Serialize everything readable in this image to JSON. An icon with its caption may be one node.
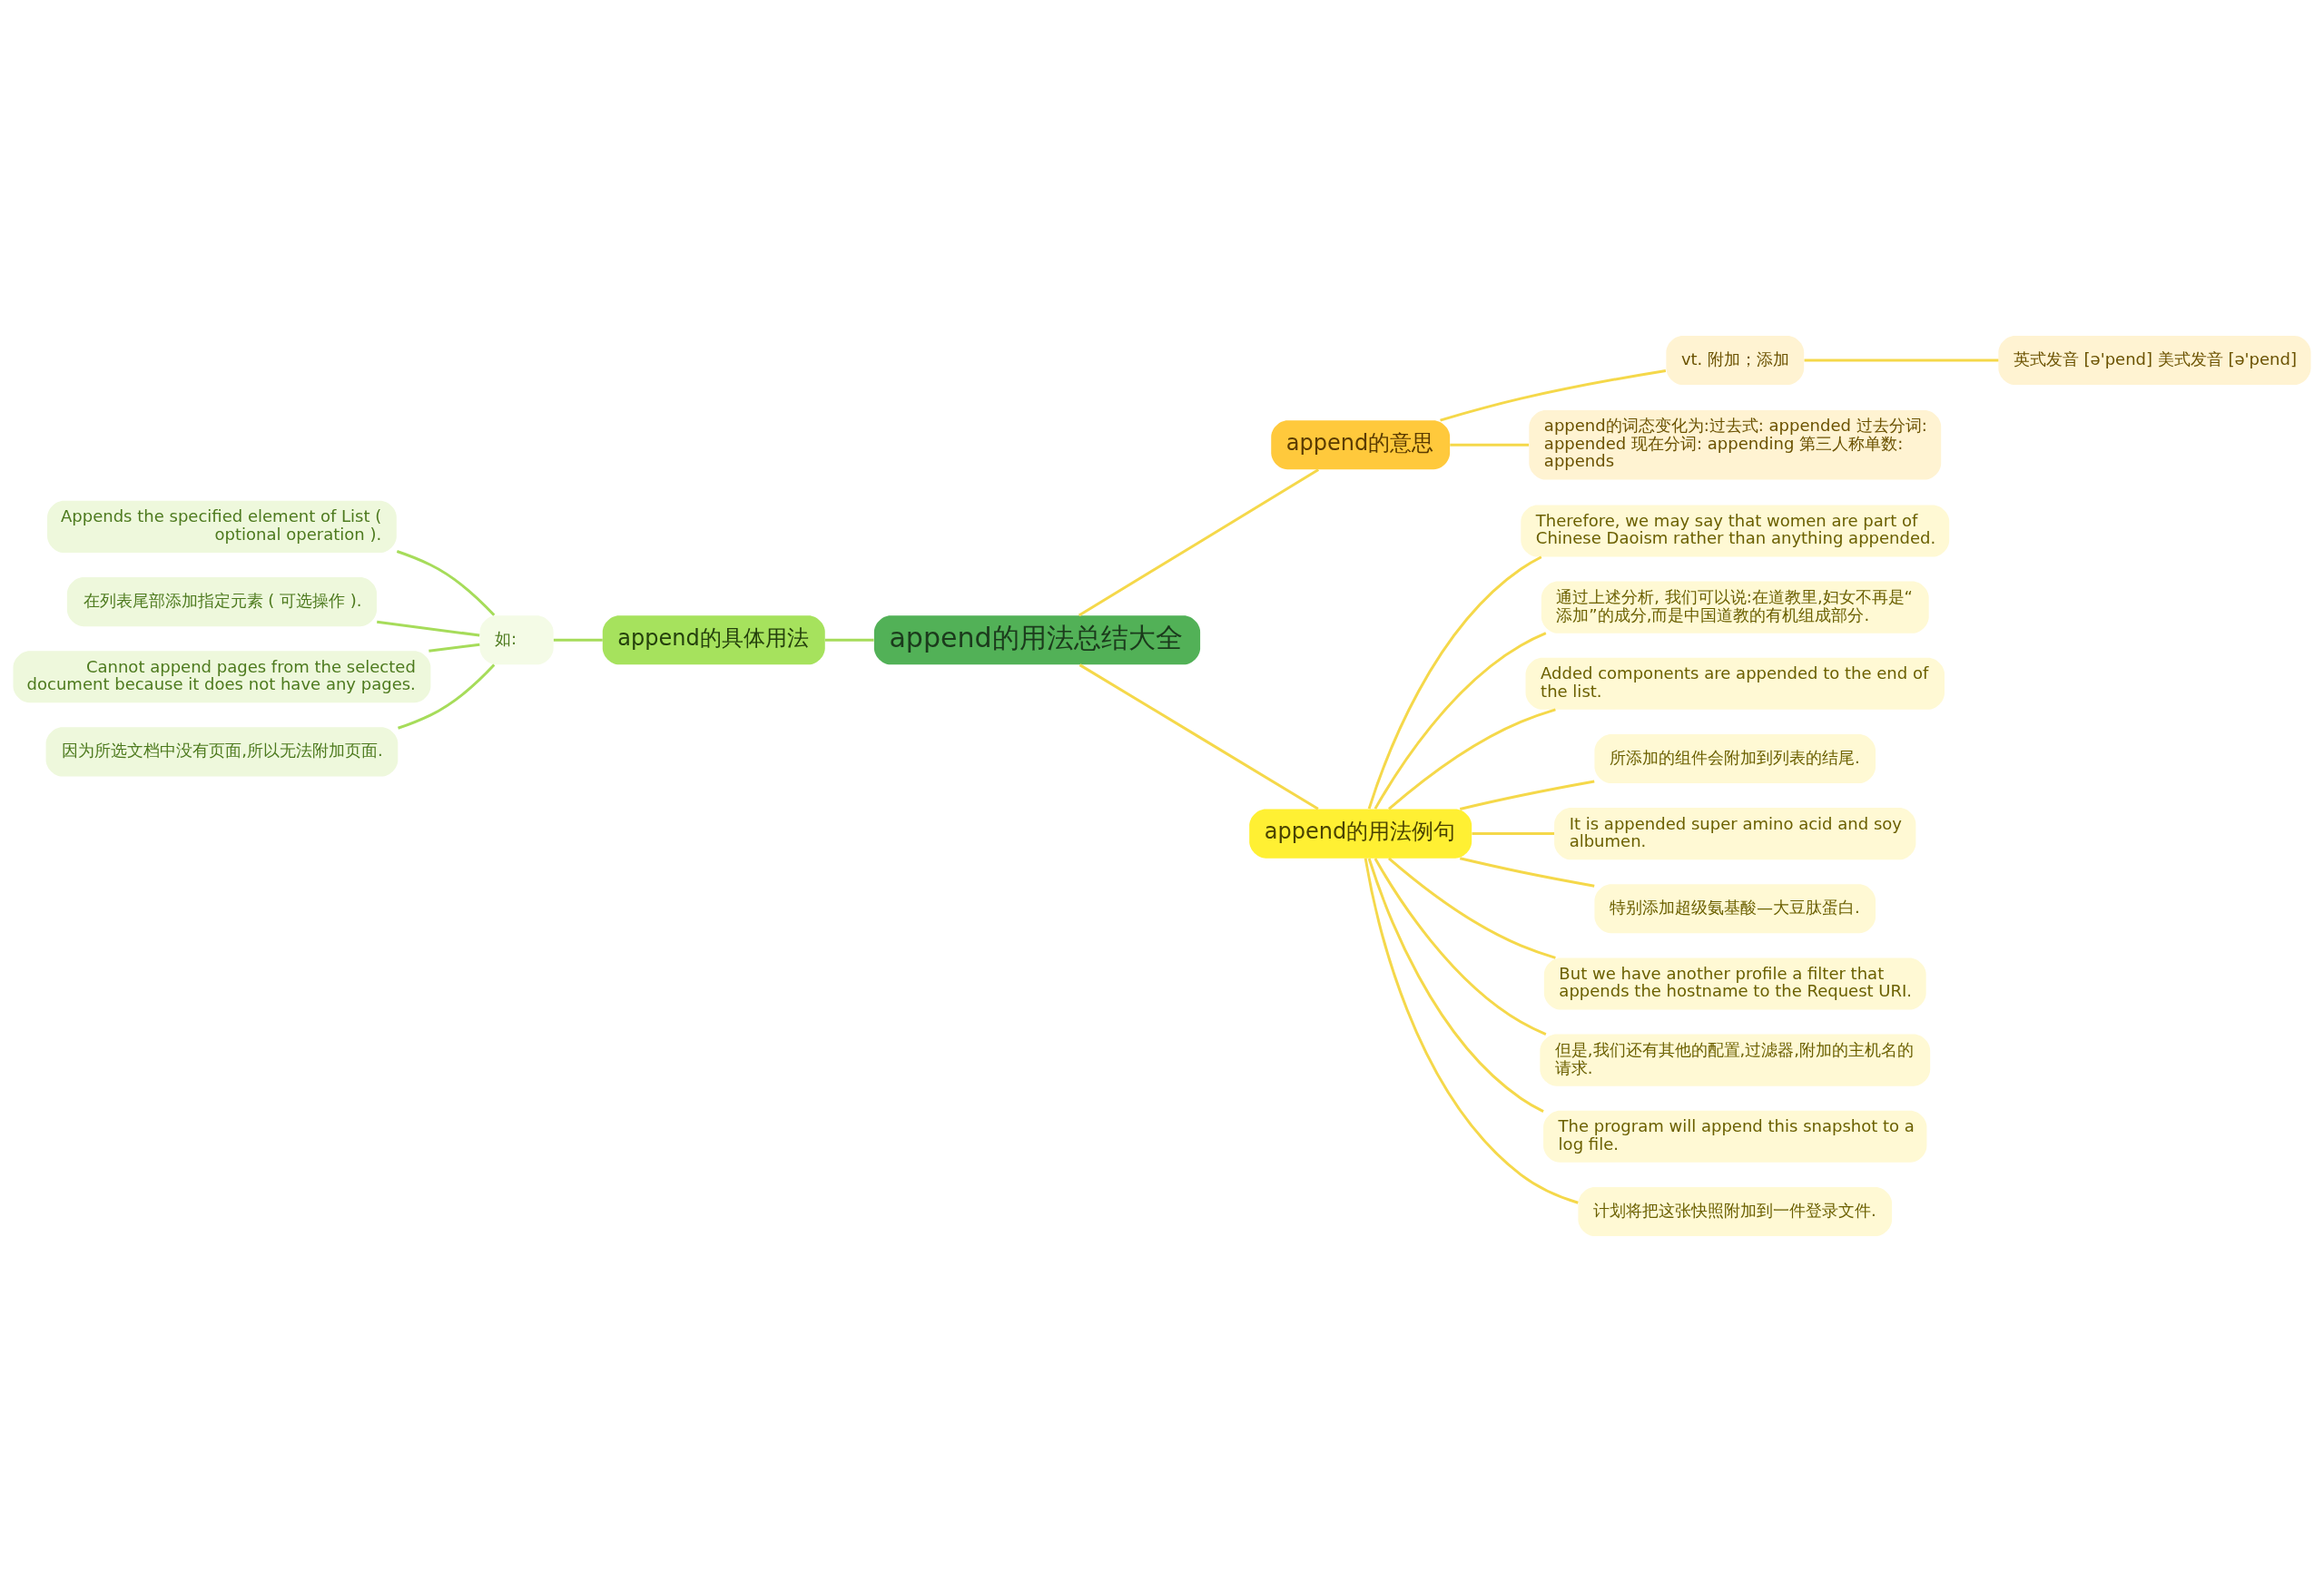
{
  "diagram": {
    "nodes": [
      {
        "text": [
          "append的用法总结大全"
        ]
      },
      {
        "text": [
          "append的意思"
        ]
      },
      {
        "text": [
          "vt. 附加；添加"
        ]
      },
      {
        "text": [
          "英式发音 [ə'pend] 美式发音 [ə'pend]"
        ]
      },
      {
        "text": [
          "append的词态变化为:过去式: appended 过去分词: appended 现在分词: appending 第三人称单数: appends"
        ]
      },
      {
        "text": [
          "append的用法例句"
        ]
      },
      {
        "text": [
          "Therefore, we may say that women are part of Chinese Daoism rather than anything appended."
        ]
      },
      {
        "text": [
          "通过上述分析, 我们可以说:在道教里,妇女不再是“添加”的成分,而是中国道教的有机组成部分."
        ]
      },
      {
        "text": [
          "Added components are appended to the end of the list."
        ]
      },
      {
        "text": [
          "所添加的组件会附加到列表的结尾."
        ]
      },
      {
        "text": [
          "It is appended super amino acid and soy albumen."
        ]
      },
      {
        "text": [
          "特别添加超级氨基酸—大豆肽蛋白."
        ]
      },
      {
        "text": [
          "But we have another profile a filter that appends the hostname to the Request URI."
        ]
      },
      {
        "text": [
          "但是,我们还有其他的配置,过滤器,附加的主机名的请求."
        ]
      },
      {
        "text": [
          "The program will append this snapshot to a log file."
        ]
      },
      {
        "text": [
          "计划将把这张快照附加到一件登录文件."
        ]
      },
      {
        "text": [
          "append的具体用法"
        ]
      },
      {
        "text": [
          "如:"
        ]
      },
      {
        "text": [
          "Appends the specified element of List ( optional operation )."
        ]
      },
      {
        "text": [
          "在列表尾部添加指定元素 ( 可选操作 )."
        ]
      },
      {
        "text": [
          "Cannot append pages from the selected document because it does not have any pages."
        ]
      },
      {
        "text": [
          "因为所选文档中没有页面,所以无法附加页面."
        ]
      }
    ],
    "edges": [
      {
        "from": 0,
        "to": 1,
        "arrow": "none"
      },
      {
        "from": 1,
        "to": 2,
        "arrow": "none"
      },
      {
        "from": 2,
        "to": 3,
        "arrow": "none"
      },
      {
        "from": 1,
        "to": 4,
        "arrow": "none"
      },
      {
        "from": 0,
        "to": 5,
        "arrow": "none"
      },
      {
        "from": 5,
        "to": 6,
        "arrow": "none"
      },
      {
        "from": 5,
        "to": 7,
        "arrow": "none"
      },
      {
        "from": 5,
        "to": 8,
        "arrow": "none"
      },
      {
        "from": 5,
        "to": 9,
        "arrow": "none"
      },
      {
        "from": 5,
        "to": 10,
        "arrow": "none"
      },
      {
        "from": 5,
        "to": 11,
        "arrow": "none"
      },
      {
        "from": 5,
        "to": 12,
        "arrow": "none"
      },
      {
        "from": 5,
        "to": 13,
        "arrow": "none"
      },
      {
        "from": 5,
        "to": 14,
        "arrow": "none"
      },
      {
        "from": 5,
        "to": 15,
        "arrow": "none"
      },
      {
        "from": 0,
        "to": 16,
        "arrow": "none",
        "color": "#a6dc5a"
      },
      {
        "from": 16,
        "to": 17,
        "arrow": "none",
        "color": "#a6dc5a"
      },
      {
        "from": 17,
        "to": 18,
        "arrow": "none",
        "color": "#a6dc5a"
      },
      {
        "from": 17,
        "to": 19,
        "arrow": "none",
        "color": "#a6dc5a"
      },
      {
        "from": 17,
        "to": 20,
        "arrow": "none",
        "color": "#a6dc5a"
      },
      {
        "from": 17,
        "to": 21,
        "arrow": "none",
        "color": "#a6dc5a"
      }
    ]
  }
}
